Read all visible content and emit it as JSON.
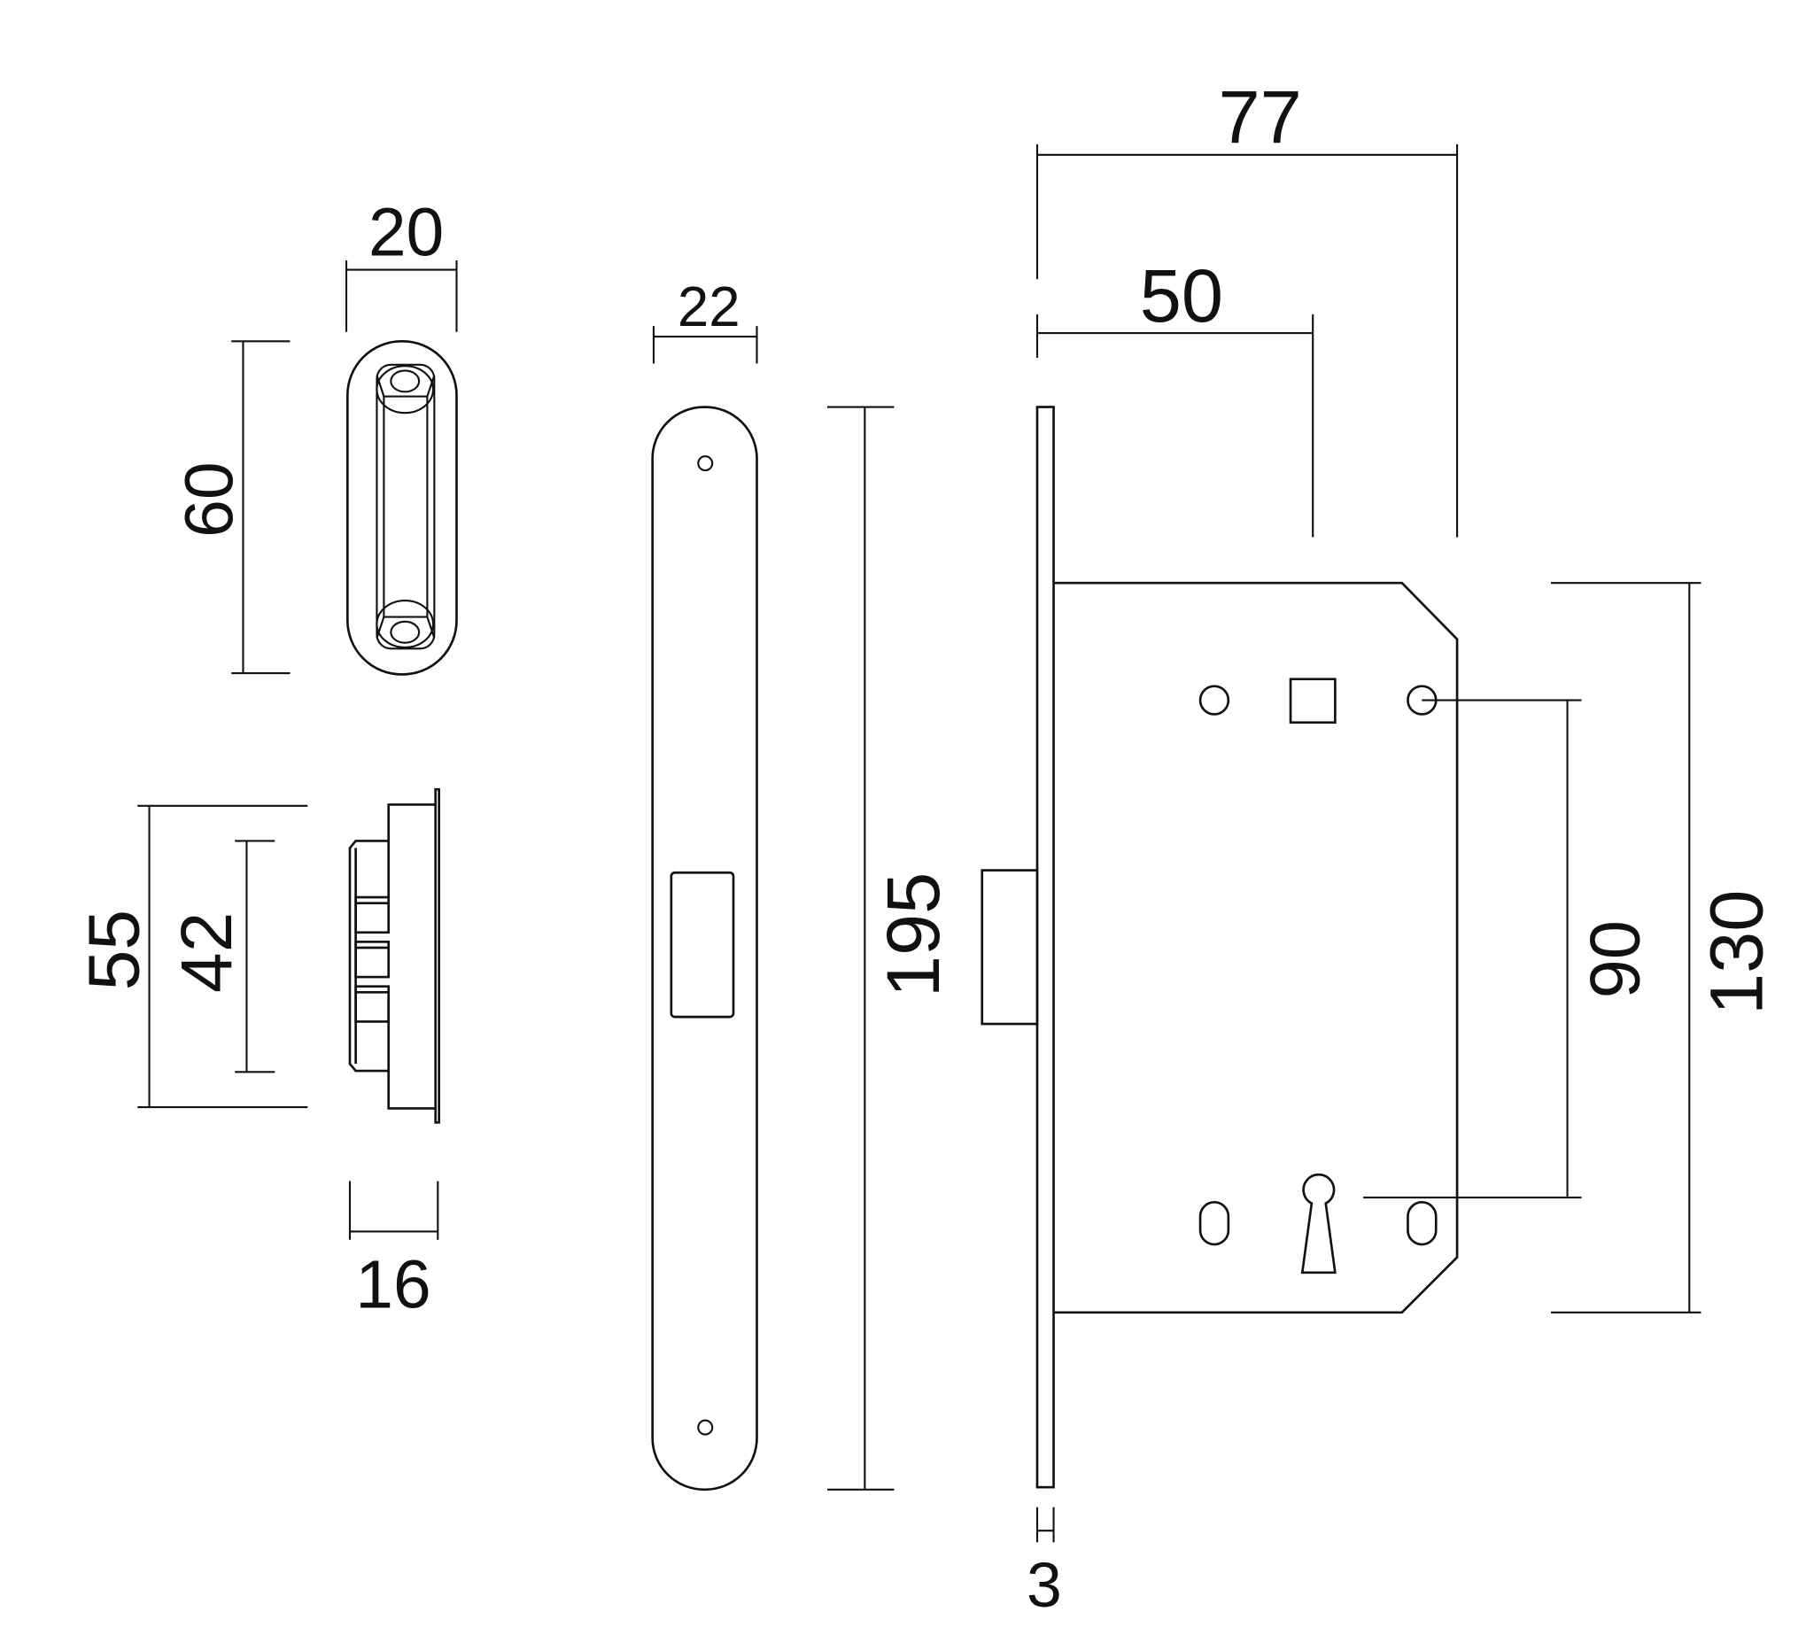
{
  "title": "Mortise lock technical drawing",
  "dimensions": {
    "magnet_width": "20",
    "magnet_height": "60",
    "side_outer_height": "55",
    "side_inner_height": "42",
    "side_depth": "16",
    "strike_width": "22",
    "strike_height": "195",
    "lock_depth": "77",
    "backset": "50",
    "centre_distance": "90",
    "body_height": "130",
    "faceplate_thickness": "3"
  },
  "colors": {
    "line": "#111111",
    "background": "#ffffff"
  }
}
